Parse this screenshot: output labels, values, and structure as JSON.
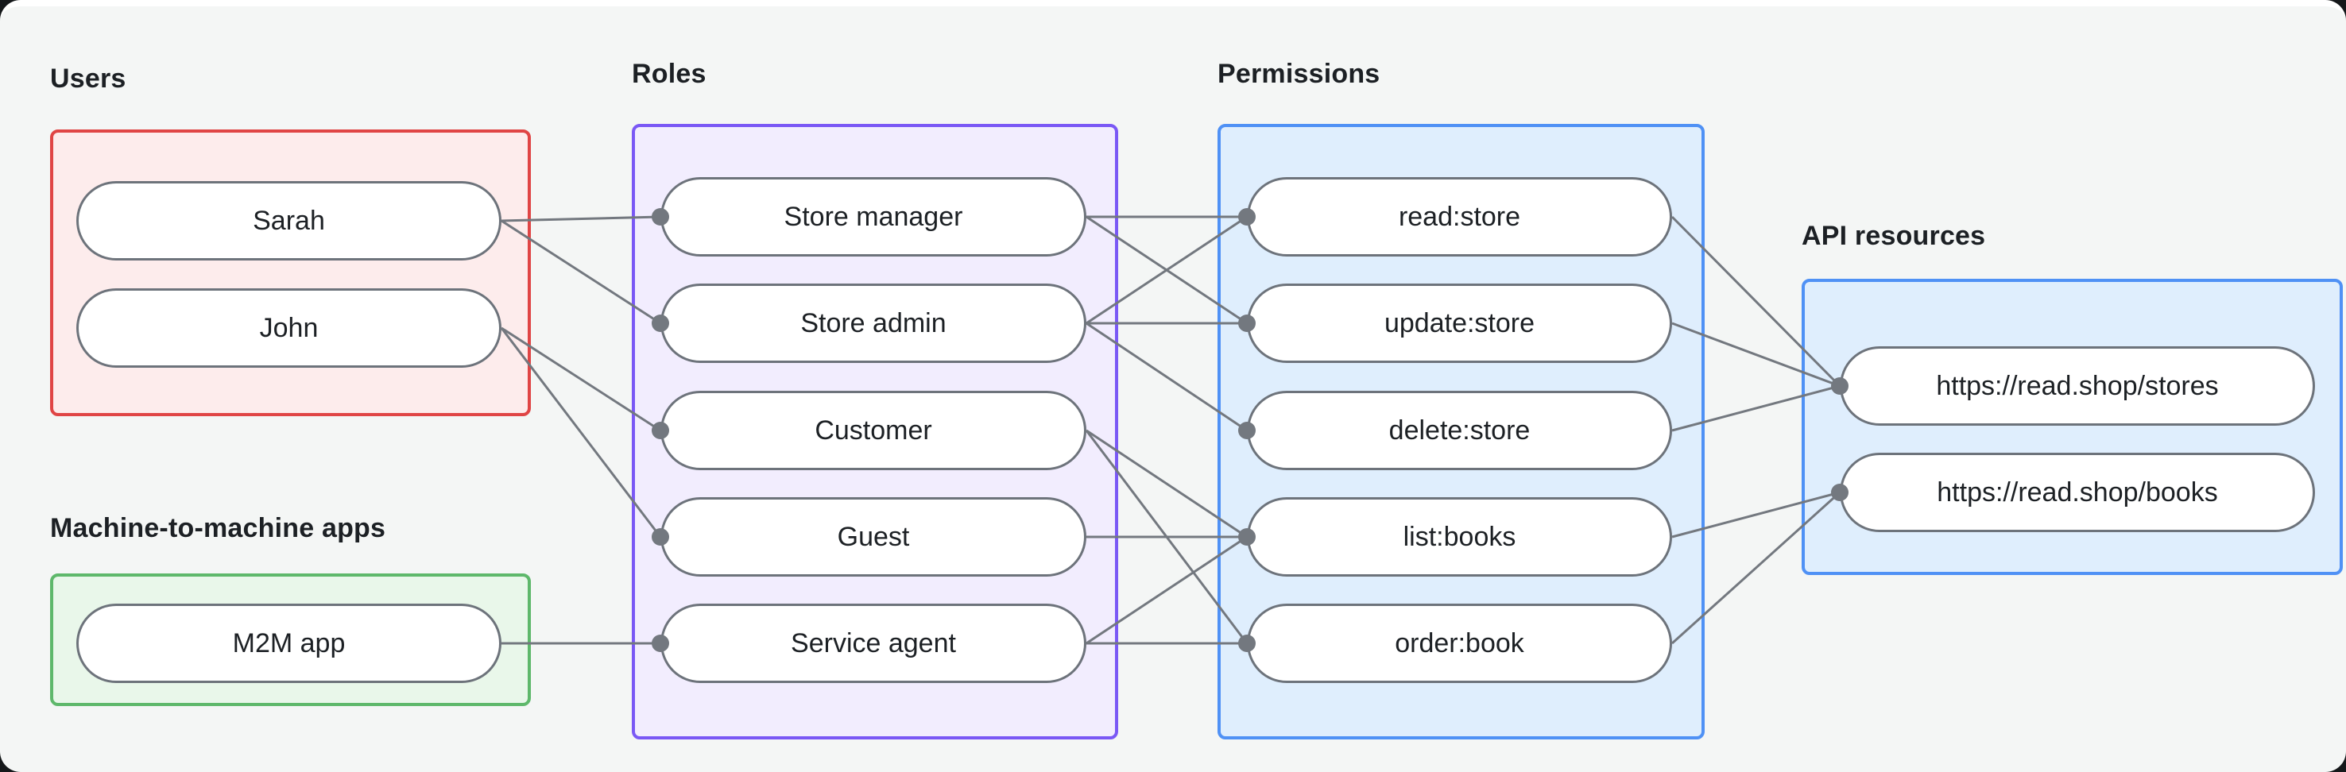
{
  "page": {
    "background": "#f4f6f5",
    "top_bar": "#ffffff",
    "outside_background": "#15181a"
  },
  "palette": {
    "line": "#73787f",
    "dot": "#73787f",
    "node_border": "#6d737b",
    "node_fill": "#ffffff",
    "text": "#1c2024"
  },
  "groups": [
    {
      "id": "users",
      "label": "Users",
      "border": "#e04545",
      "fill": "#fdecec",
      "nodes": [
        {
          "id": "sarah",
          "label": "Sarah"
        },
        {
          "id": "john",
          "label": "John"
        }
      ]
    },
    {
      "id": "m2m",
      "label": "Machine-to-machine apps",
      "border": "#5eb86b",
      "fill": "#e9f7ea",
      "nodes": [
        {
          "id": "m2m-app",
          "label": "M2M app"
        }
      ]
    },
    {
      "id": "roles",
      "label": "Roles",
      "border": "#7a58f5",
      "fill": "#f2edfe",
      "nodes": [
        {
          "id": "store-manager",
          "label": "Store manager"
        },
        {
          "id": "store-admin",
          "label": "Store admin"
        },
        {
          "id": "customer",
          "label": "Customer"
        },
        {
          "id": "guest",
          "label": "Guest"
        },
        {
          "id": "service-agent",
          "label": "Service agent"
        }
      ]
    },
    {
      "id": "permissions",
      "label": "Permissions",
      "border": "#4f91f5",
      "fill": "#dfeefd",
      "nodes": [
        {
          "id": "read-store",
          "label": "read:store"
        },
        {
          "id": "update-store",
          "label": "update:store"
        },
        {
          "id": "delete-store",
          "label": "delete:store"
        },
        {
          "id": "list-books",
          "label": "list:books"
        },
        {
          "id": "order-book",
          "label": "order:book"
        }
      ]
    },
    {
      "id": "api",
      "label": "API resources",
      "border": "#4f91f5",
      "fill": "#dfeefd",
      "nodes": [
        {
          "id": "stores",
          "label": "https://read.shop/stores"
        },
        {
          "id": "books",
          "label": "https://read.shop/books"
        }
      ]
    }
  ],
  "edges": [
    [
      "sarah",
      "store-manager"
    ],
    [
      "sarah",
      "store-admin"
    ],
    [
      "john",
      "customer"
    ],
    [
      "john",
      "guest"
    ],
    [
      "m2m-app",
      "service-agent"
    ],
    [
      "store-manager",
      "read-store"
    ],
    [
      "store-manager",
      "update-store"
    ],
    [
      "store-admin",
      "read-store"
    ],
    [
      "store-admin",
      "update-store"
    ],
    [
      "store-admin",
      "delete-store"
    ],
    [
      "customer",
      "list-books"
    ],
    [
      "customer",
      "order-book"
    ],
    [
      "guest",
      "list-books"
    ],
    [
      "service-agent",
      "list-books"
    ],
    [
      "service-agent",
      "order-book"
    ],
    [
      "read-store",
      "stores"
    ],
    [
      "update-store",
      "stores"
    ],
    [
      "delete-store",
      "stores"
    ],
    [
      "list-books",
      "books"
    ],
    [
      "order-book",
      "books"
    ]
  ]
}
